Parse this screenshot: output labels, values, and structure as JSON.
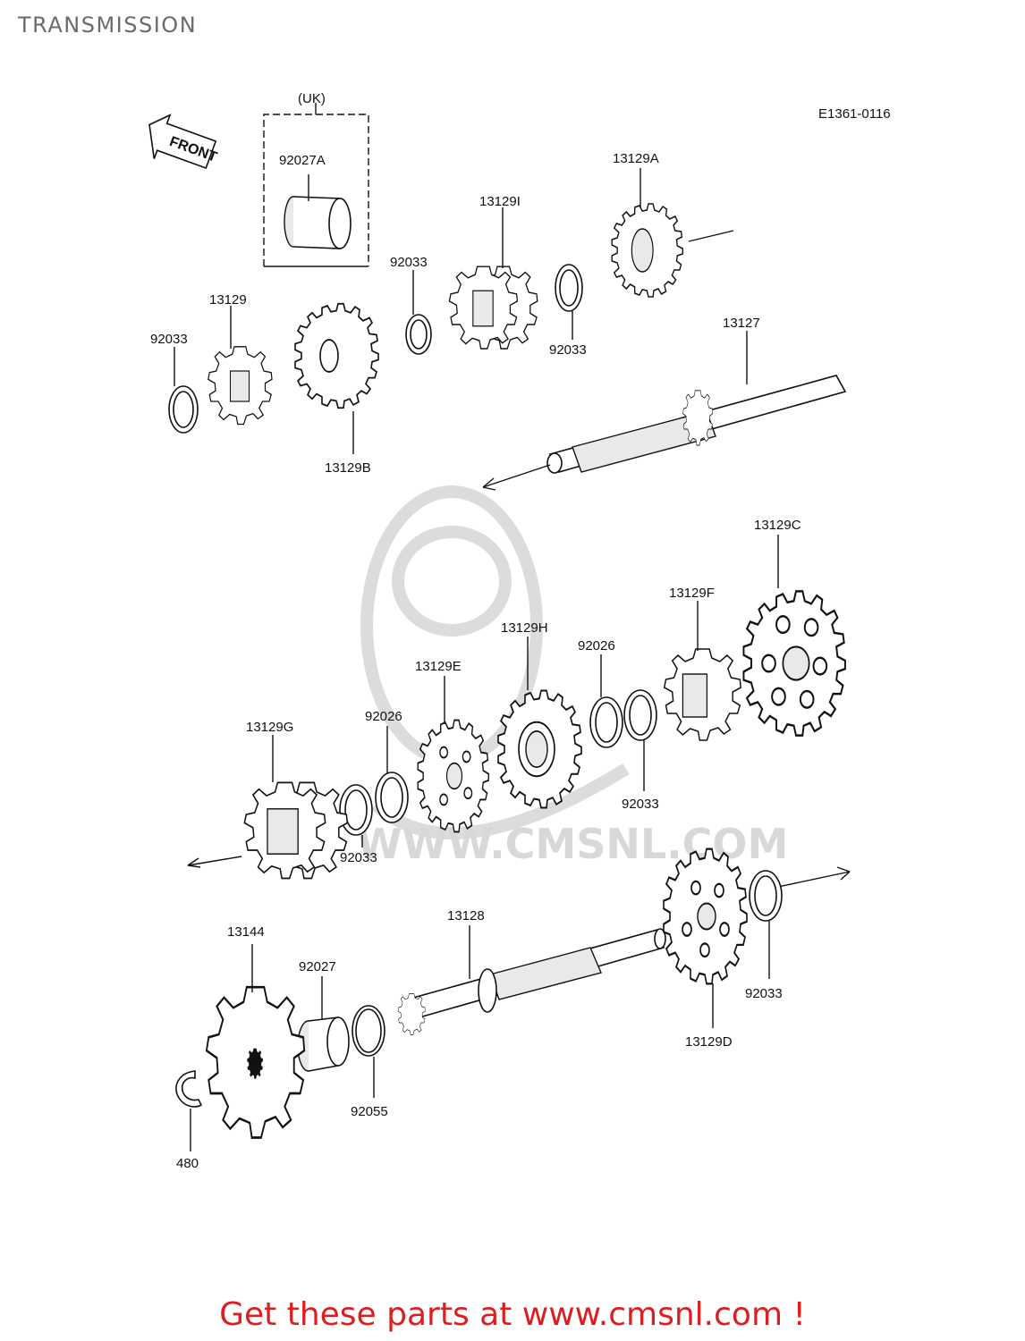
{
  "page": {
    "title": "TRANSMISSION"
  },
  "diagram": {
    "ref_code": "E1361-0116",
    "region_label": "(UK)",
    "front_arrow_label": "FRONT",
    "watermark_text": "WWW.CMSNL.COM",
    "part_labels": {
      "p92027A": "92027A",
      "p13129A": "13129A",
      "p13129I": "13129I",
      "p92033_upper_left": "92033",
      "p92033_upper_right": "92033",
      "p13129": "13129",
      "p92033_top_left": "92033",
      "p13127": "13127",
      "p13129B": "13129B",
      "p13129C": "13129C",
      "p13129F": "13129F",
      "p13129H": "13129H",
      "p92026_right": "92026",
      "p13129E": "13129E",
      "p13129G": "13129G",
      "p92026_left": "92026",
      "p92033_mid_right": "92033",
      "p92033_mid_left": "92033",
      "p13144": "13144",
      "p13128": "13128",
      "p92027": "92027",
      "p92033_lower_right": "92033",
      "p13129D": "13129D",
      "p92055": "92055",
      "p480": "480"
    }
  },
  "footer": {
    "link_text": "Get these parts at www.cmsnl.com !"
  }
}
